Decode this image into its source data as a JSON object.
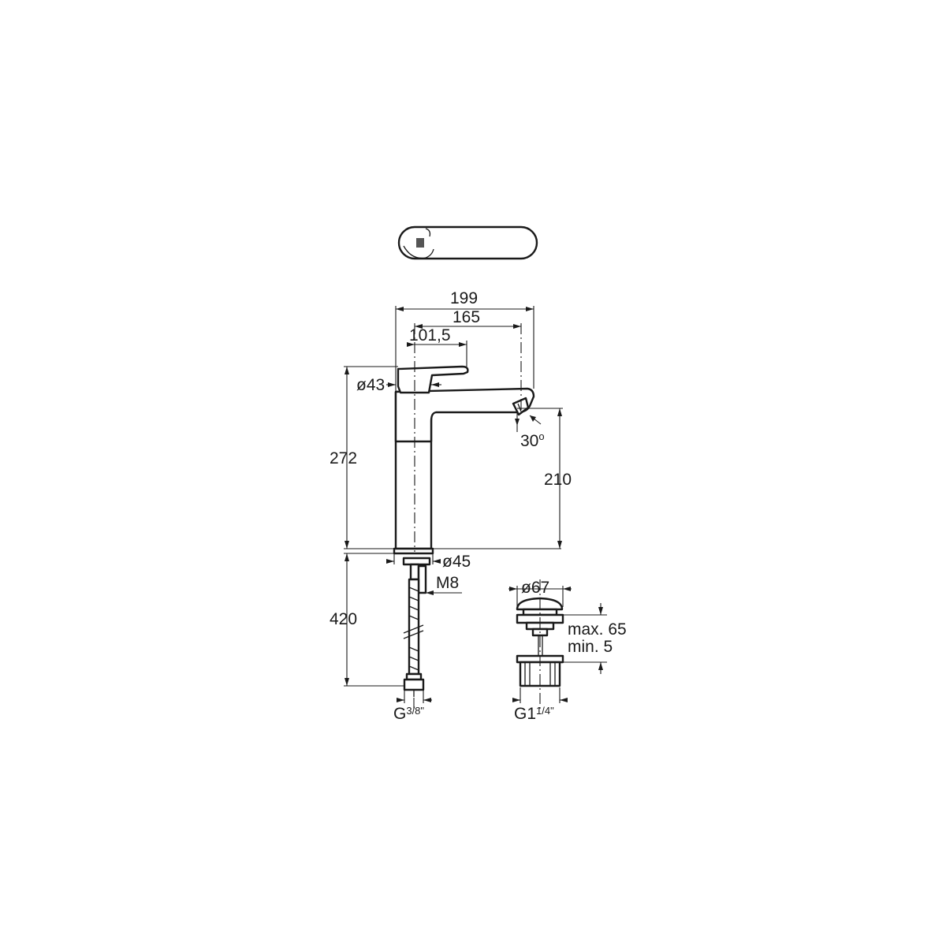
{
  "dimensions": {
    "overall_depth": "199",
    "spout_reach": "165",
    "handle_reach": "101,5",
    "body_diameter": "ø43",
    "total_height": "272",
    "spout_height": "210",
    "spout_angle": "30",
    "angle_unit": "o",
    "base_diameter": "ø45",
    "stud_thread": "M8",
    "hose_length": "420",
    "hose_thread_main": "G",
    "hose_thread_fraction": "3/8",
    "hose_thread_inch": "\"",
    "waste_diameter": "ø67",
    "waste_max": "max. 65",
    "waste_min": "min. 5",
    "waste_thread_main": "G1",
    "waste_thread_fraction": "1/4",
    "waste_thread_inch": "\""
  },
  "colors": {
    "line": "#1a1a1a",
    "background": "#ffffff"
  }
}
